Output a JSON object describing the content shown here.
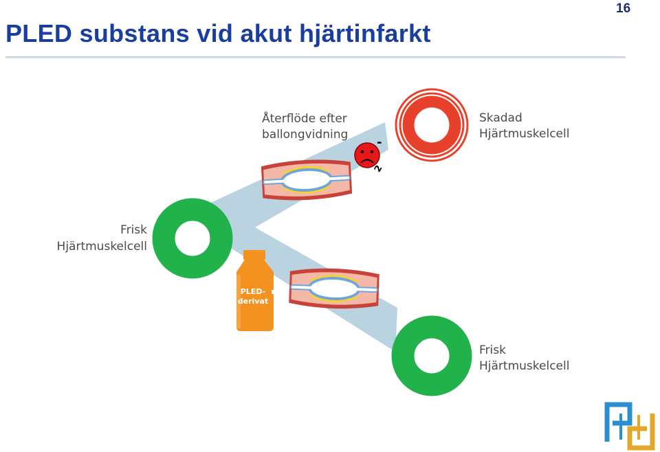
{
  "slide": {
    "title": "PLED substans vid akut hjärtinfarkt",
    "page_number": "16"
  },
  "diagram": {
    "label_reperfusion_line1": "Återflöde efter",
    "label_reperfusion_line2": "ballongvidning",
    "label_damaged_line1": "Skadad",
    "label_damaged_line2": "Hjärtmuskelcell",
    "label_healthy_left_line1": "Frisk",
    "label_healthy_left_line2": "Hjärtmuskelcell",
    "label_healthy_right_line1": "Frisk",
    "label_healthy_right_line2": "Hjärtmuskelcell",
    "vial_label_line1": "PLED-",
    "vial_label_line2": "derivat",
    "superoxide_charge": "-",
    "superoxide_subscript": "2"
  },
  "colors": {
    "title": "#1a3e9e",
    "healthy_cell": "#22b24c",
    "damaged_cell": "#e8412b",
    "path_band": "#b9d3e0",
    "vial": "#f39221",
    "vessel_wall": "#c9423a",
    "vessel_inner": "#f3b8a8",
    "plaque": "#f5d230",
    "balloon": "#6fa5d8",
    "logo_blue": "#2a8fd0",
    "logo_gold": "#e3a82b"
  },
  "icons": {
    "superoxide": "sad-face-superoxide-icon",
    "logo": "pled-logo-icon",
    "plus": "plus-icon"
  }
}
